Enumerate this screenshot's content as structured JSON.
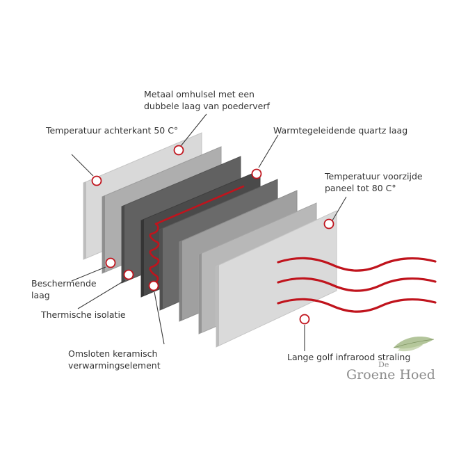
{
  "labels": {
    "metal_casing_line1": "Metaal omhulsel met een",
    "metal_casing_line2": "dubbele laag van poederverf",
    "temp_back": "Temperatuur achterkant 50 C°",
    "quartz_layer": "Warmtegeleidende quartz laag",
    "temp_front_line1": "Temperatuur voorzijde",
    "temp_front_line2": "paneel tot 80 C°",
    "protective_line1": "Beschermende",
    "protective_line2": "laag",
    "thermal_insulation": "Thermische isolatie",
    "ceramic_line1": "Omsloten keramisch",
    "ceramic_line2": "verwarmingselement",
    "infrared": "Lange golf infrarood straling"
  },
  "logo": {
    "small": "De",
    "big": "Groene Hoed"
  },
  "colors": {
    "accent_red": "#c0141d",
    "leader_line": "#3a3a3a",
    "panel_light": "#dcdcdc",
    "panel_mid": "#a9a9a9",
    "panel_dark": "#5e5e5e",
    "panel_darkest": "#444444"
  }
}
